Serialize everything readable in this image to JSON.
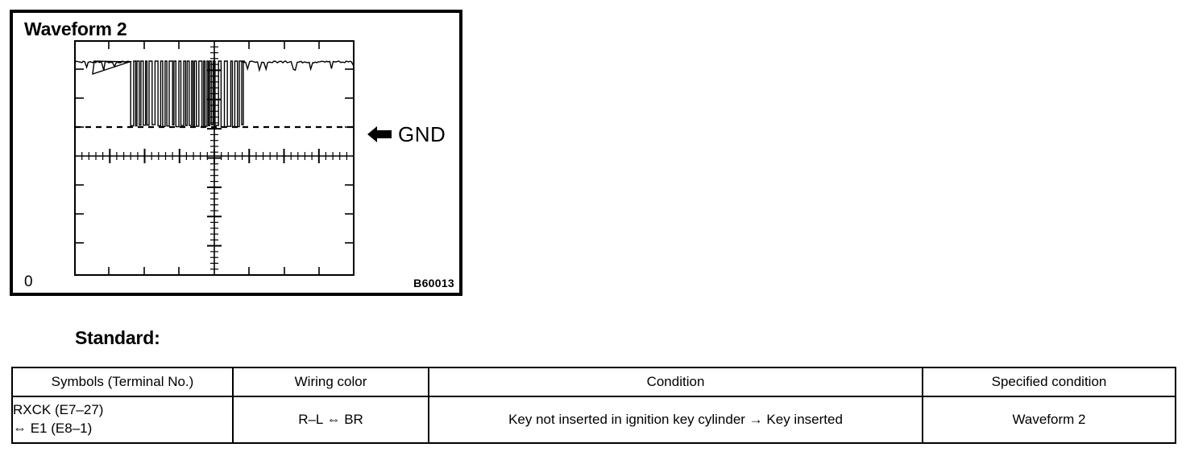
{
  "waveform_panel": {
    "title": "Waveform 2",
    "origin_label": "0",
    "figure_code": "B60013",
    "gnd_label": "GND",
    "gnd_arrow_icon": "left-arrow-icon"
  },
  "chart_data": {
    "type": "line",
    "title": "Waveform 2",
    "xlabel": "",
    "ylabel": "",
    "grid": true,
    "legend": null,
    "annotations": [
      {
        "text": "GND",
        "type": "level-line",
        "style": "dashed",
        "y_fraction": 0.37
      },
      {
        "text": "0",
        "type": "origin"
      },
      {
        "text": "B60013",
        "type": "figure-id"
      }
    ],
    "axis_notes": {
      "vertical_center_line_x_fraction": 0.5,
      "horizontal_axis_line_y_fraction": 0.49,
      "minor_ticks_per_division": 5,
      "divisions_x": 8,
      "divisions_y": 8
    },
    "series": [
      {
        "name": "RXCK signal",
        "description": "High level idle, then burst of square-wave pulses down to GND, then high level idle with noise",
        "segments": [
          {
            "phase": "idle-high-noisy",
            "x_start_fraction": 0.0,
            "x_end_fraction": 0.2,
            "level": "high"
          },
          {
            "phase": "pulse-burst",
            "x_start_fraction": 0.2,
            "x_end_fraction": 0.6,
            "level": "high-to-gnd"
          },
          {
            "phase": "idle-high-noisy",
            "x_start_fraction": 0.6,
            "x_end_fraction": 1.0,
            "level": "high"
          }
        ]
      }
    ]
  },
  "standard": {
    "heading": "Standard:"
  },
  "table": {
    "headers": [
      "Symbols (Terminal No.)",
      "Wiring color",
      "Condition",
      "Specified condition"
    ],
    "rows": [
      {
        "symbols_line1": "RXCK (E7–27)",
        "symbols_line2": "⇔ E1 (E8–1)",
        "wiring_color": "R–L ⇔ BR",
        "condition": "Key not inserted in ignition key cylinder → Key inserted",
        "specified_condition": "Waveform 2"
      }
    ]
  },
  "colors": {
    "ink": "#000000",
    "paper": "#ffffff"
  }
}
